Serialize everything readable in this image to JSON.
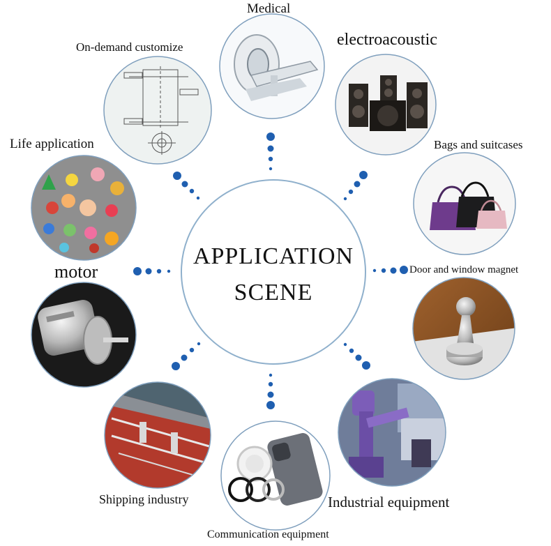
{
  "center": {
    "line1": "APPLICATION",
    "line2": "SCENE"
  },
  "colors": {
    "ring": "#7f9fbd",
    "dot": "#1f5fb0",
    "center_ring": "#8fb0cc"
  },
  "scenes": [
    {
      "label": "Medical",
      "icon": "ct-scanner-icon"
    },
    {
      "label": "electroacoustic",
      "icon": "speakers-icon"
    },
    {
      "label": "Bags and suitcases",
      "icon": "handbags-icon"
    },
    {
      "label": "Door and window magnet",
      "icon": "door-stopper-icon"
    },
    {
      "label": "Industrial equipment",
      "icon": "robot-arm-icon"
    },
    {
      "label": "Communication equipment",
      "icon": "phone-charger-icon"
    },
    {
      "label": "Shipping industry",
      "icon": "ship-deck-icon"
    },
    {
      "label": "motor",
      "icon": "dc-motor-icon"
    },
    {
      "label": "Life application",
      "icon": "fridge-magnets-icon"
    },
    {
      "label": "On-demand customize",
      "icon": "drawing-icon"
    }
  ]
}
